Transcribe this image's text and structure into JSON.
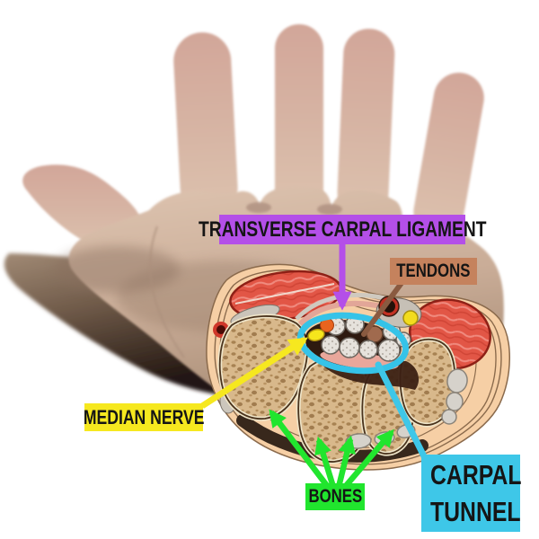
{
  "figure": {
    "type": "anatomical-diagram",
    "subject": "Cross-section of the wrist (carpal tunnel) overlaid on a photo of an open palm"
  },
  "labels": {
    "transverse_carpal_ligament": {
      "text": "TRANSVERSE CARPAL LIGAMENT",
      "bg_color": "#b44fe8"
    },
    "tendons": {
      "text": "TENDONS",
      "bg_color": "#c5825d"
    },
    "median_nerve": {
      "text": "MEDIAN NERVE",
      "bg_color": "#f6e81f"
    },
    "bones": {
      "text": "BONES",
      "bg_color": "#21e52e"
    },
    "carpal_tunnel": {
      "line1": "CARPAL",
      "line2": "TUNNEL",
      "bg_color": "#3ec7e8"
    }
  },
  "palette": {
    "pointer_purple": "#b44fe8",
    "pointer_brown": "#8a5a40",
    "pointer_yellow": "#f6e81f",
    "pointer_green": "#21e52e",
    "pointer_cyan": "#3ec7e8",
    "tunnel_ring_cyan": "#35c3e8",
    "muscle_red": "#e25646",
    "fat_yellow": "#eac33e",
    "bone_tan": "#d8b88b",
    "skin_peach": "#f6cfa5",
    "nerve_yellow": "#f6e61c",
    "artery_red": "#cf372a",
    "background": "#ffffff"
  }
}
